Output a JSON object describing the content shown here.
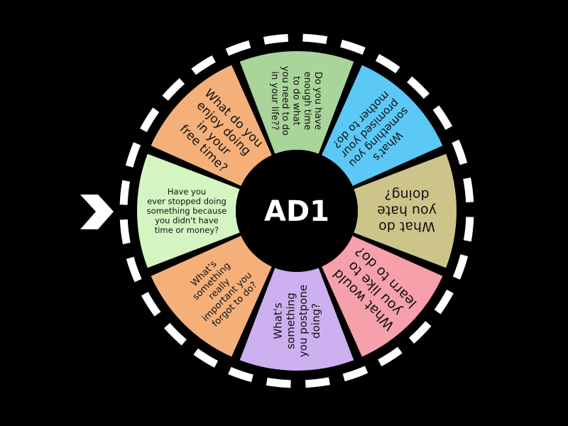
{
  "wheel": {
    "title": "AD1",
    "colors": {
      "background": "#000000",
      "rim": "#ffffff",
      "hub": "#000000",
      "pointer": "#ffffff"
    },
    "pointer_icon": "chevron-right-icon",
    "segments": [
      {
        "label": "Have you ever stopped doing something because you didn't have time or money?",
        "lines": [
          "Have you",
          "ever stopped doing",
          "something because",
          "you didn't have",
          "time or money?"
        ],
        "color": "#d4f5c2"
      },
      {
        "label": "What do you enjoy doing in your free time?",
        "lines": [
          "What do you",
          "enjoy doing",
          "in your",
          "free time?"
        ],
        "color": "#f5b07a"
      },
      {
        "label": "Do you have enough time to do what you need to do in your life??",
        "lines": [
          "Do you have",
          "enough time",
          "to do what",
          "you need to do",
          "in your life??"
        ],
        "color": "#a9d49a"
      },
      {
        "label": "What's something you promised your mother to do?",
        "lines": [
          "What's",
          "something you",
          "promised your",
          "mother to do?"
        ],
        "color": "#5bc8f5"
      },
      {
        "label": "What do you hate doing?",
        "lines": [
          "What do",
          "you hate",
          "doing?"
        ],
        "color": "#cdc48a"
      },
      {
        "label": "What would you like to learn to do?",
        "lines": [
          "What would",
          "you like to",
          "learn to do?"
        ],
        "color": "#f5a0aa"
      },
      {
        "label": "What's something you postpone doing?",
        "lines": [
          "What's",
          "something",
          "you postpone",
          "doing?"
        ],
        "color": "#cdb0f0"
      },
      {
        "label": "What's something really important you forgot to do?",
        "lines": [
          "What's",
          "something",
          "really",
          "important you",
          "forgot to do?"
        ],
        "color": "#f5b07a"
      }
    ]
  }
}
